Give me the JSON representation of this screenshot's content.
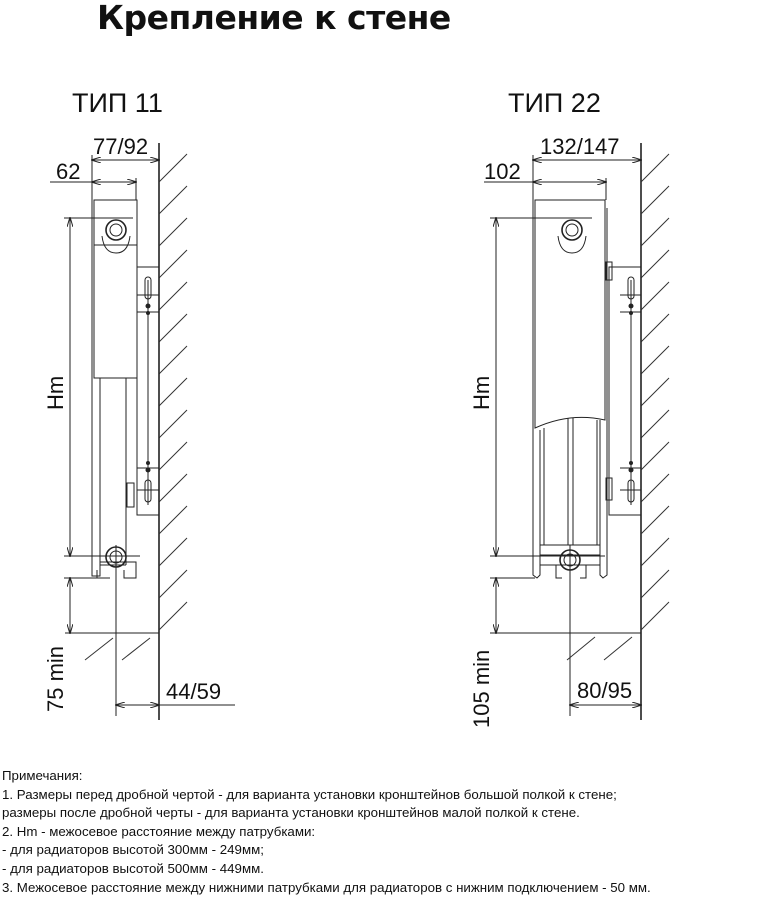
{
  "title": "Крепление к стене",
  "type11": {
    "label": "ТИП 11",
    "depth": "77/92",
    "body": "62",
    "hm": "Hm",
    "floor": "75 min",
    "wall_offset": "44/59"
  },
  "type22": {
    "label": "ТИП 22",
    "depth": "132/147",
    "body": "102",
    "hm": "Hm",
    "floor": "105 min",
    "wall_offset": "80/95"
  },
  "notes": [
    "Примечания:",
    "1. Размеры перед дробной чертой - для варианта установки кронштейнов большой полкой к стене;",
    "размеры после дробной черты - для варианта установки кронштейнов малой полкой к стене.",
    "2. Hm - межосевое расстояние между патрубками:",
    "- для радиаторов высотой 300мм - 249мм;",
    "- для радиаторов высотой 500мм - 449мм.",
    "3. Межосевое расстояние между нижними патрубками для радиаторов с нижним подключением - 50 мм."
  ]
}
